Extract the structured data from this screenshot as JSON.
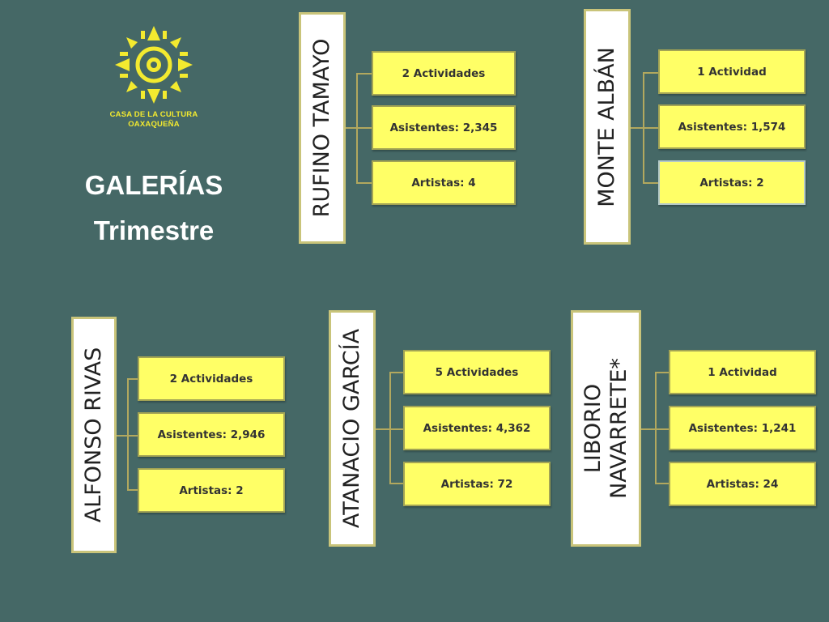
{
  "logo": {
    "name_line1": "CASA DE LA CULTURA",
    "name_line2": "OAXAQUEÑA"
  },
  "title_line1": "GALERÍAS",
  "title_line2": "Trimestre",
  "galleries": [
    {
      "name": "RUFINO TAMAYO",
      "actividades": "2 Actividades",
      "asistentes": "Asistentes: 2,345",
      "artistas": "Artistas: 4"
    },
    {
      "name": "MONTE ALBÁN",
      "actividades": "1  Actividad",
      "asistentes": "Asistentes: 1,574",
      "artistas": "Artistas: 2"
    },
    {
      "name": "ALFONSO RIVAS",
      "actividades": "2 Actividades",
      "asistentes": "Asistentes: 2,946",
      "artistas": "Artistas: 2"
    },
    {
      "name": "ATANACIO GARCÍA",
      "actividades": "5 Actividades",
      "asistentes": "Asistentes:  4,362",
      "artistas": "Artistas: 72"
    },
    {
      "name_line1": "LIBORIO",
      "name_line2": "NAVARRETE*",
      "actividades": "1 Actividad",
      "asistentes": "Asistentes: 1,241",
      "artistas": "Artistas: 24"
    }
  ],
  "colors": {
    "background": "#456866",
    "box": "#ffff66",
    "accent": "#f3ea2f"
  }
}
